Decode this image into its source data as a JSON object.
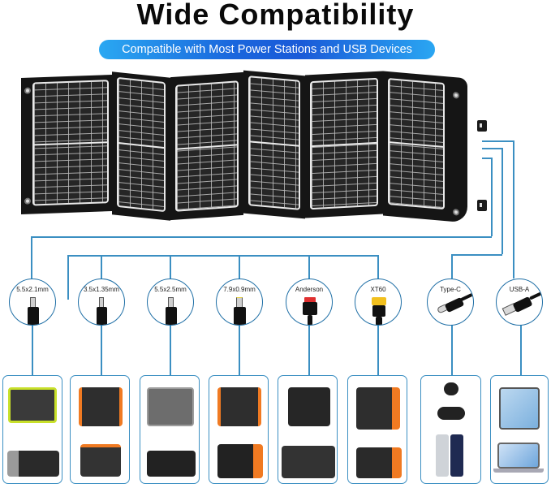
{
  "header": {
    "title": "Wide Compatibility",
    "subtitle": "Compatible with Most Power Stations and USB Devices"
  },
  "colors": {
    "line": "#3b8fc2",
    "circle_border": "#1f6fa6",
    "pill_start": "#2aa8f2",
    "pill_mid": "#1a5ad8",
    "accent_orange": "#f07a22",
    "accent_yellow_green": "#c8e02a"
  },
  "product": {
    "name": "foldable-solar-panel",
    "panels": 6
  },
  "connectors": [
    {
      "label": "5.5x2.1mm",
      "type": "dc-barrel"
    },
    {
      "label": "3.5x1.35mm",
      "type": "dc-barrel"
    },
    {
      "label": "5.5x2.5mm",
      "type": "dc-barrel"
    },
    {
      "label": "7.9x0.9mm",
      "type": "dc-barrel"
    },
    {
      "label": "Anderson",
      "type": "anderson"
    },
    {
      "label": "XT60",
      "type": "xt60"
    },
    {
      "label": "Type-C",
      "type": "usb-c"
    },
    {
      "label": "USB-A",
      "type": "usb-a"
    }
  ],
  "device_groups": [
    {
      "connector": "5.5x2.1mm",
      "devices": [
        "power-station-yellow-green",
        "power-station-grey-silver"
      ]
    },
    {
      "connector": "3.5x1.35mm",
      "devices": [
        "power-station-orange-handle",
        "power-station-orange-handle-small"
      ]
    },
    {
      "connector": "5.5x2.5mm",
      "devices": [
        "power-station-grey",
        "power-station-black-flat"
      ]
    },
    {
      "connector": "7.9x0.9mm",
      "devices": [
        "power-station-orange-black",
        "power-station-orange-red"
      ]
    },
    {
      "connector": "Anderson",
      "devices": [
        "power-station-black",
        "power-station-black-large"
      ]
    },
    {
      "connector": "XT60",
      "devices": [
        "power-station-orange-side",
        "power-station-orange-front"
      ]
    },
    {
      "connector": "Type-C",
      "devices": [
        "earbuds",
        "smartwatch",
        "smartphones"
      ]
    },
    {
      "connector": "USB-A",
      "devices": [
        "tablet",
        "laptop"
      ]
    }
  ]
}
